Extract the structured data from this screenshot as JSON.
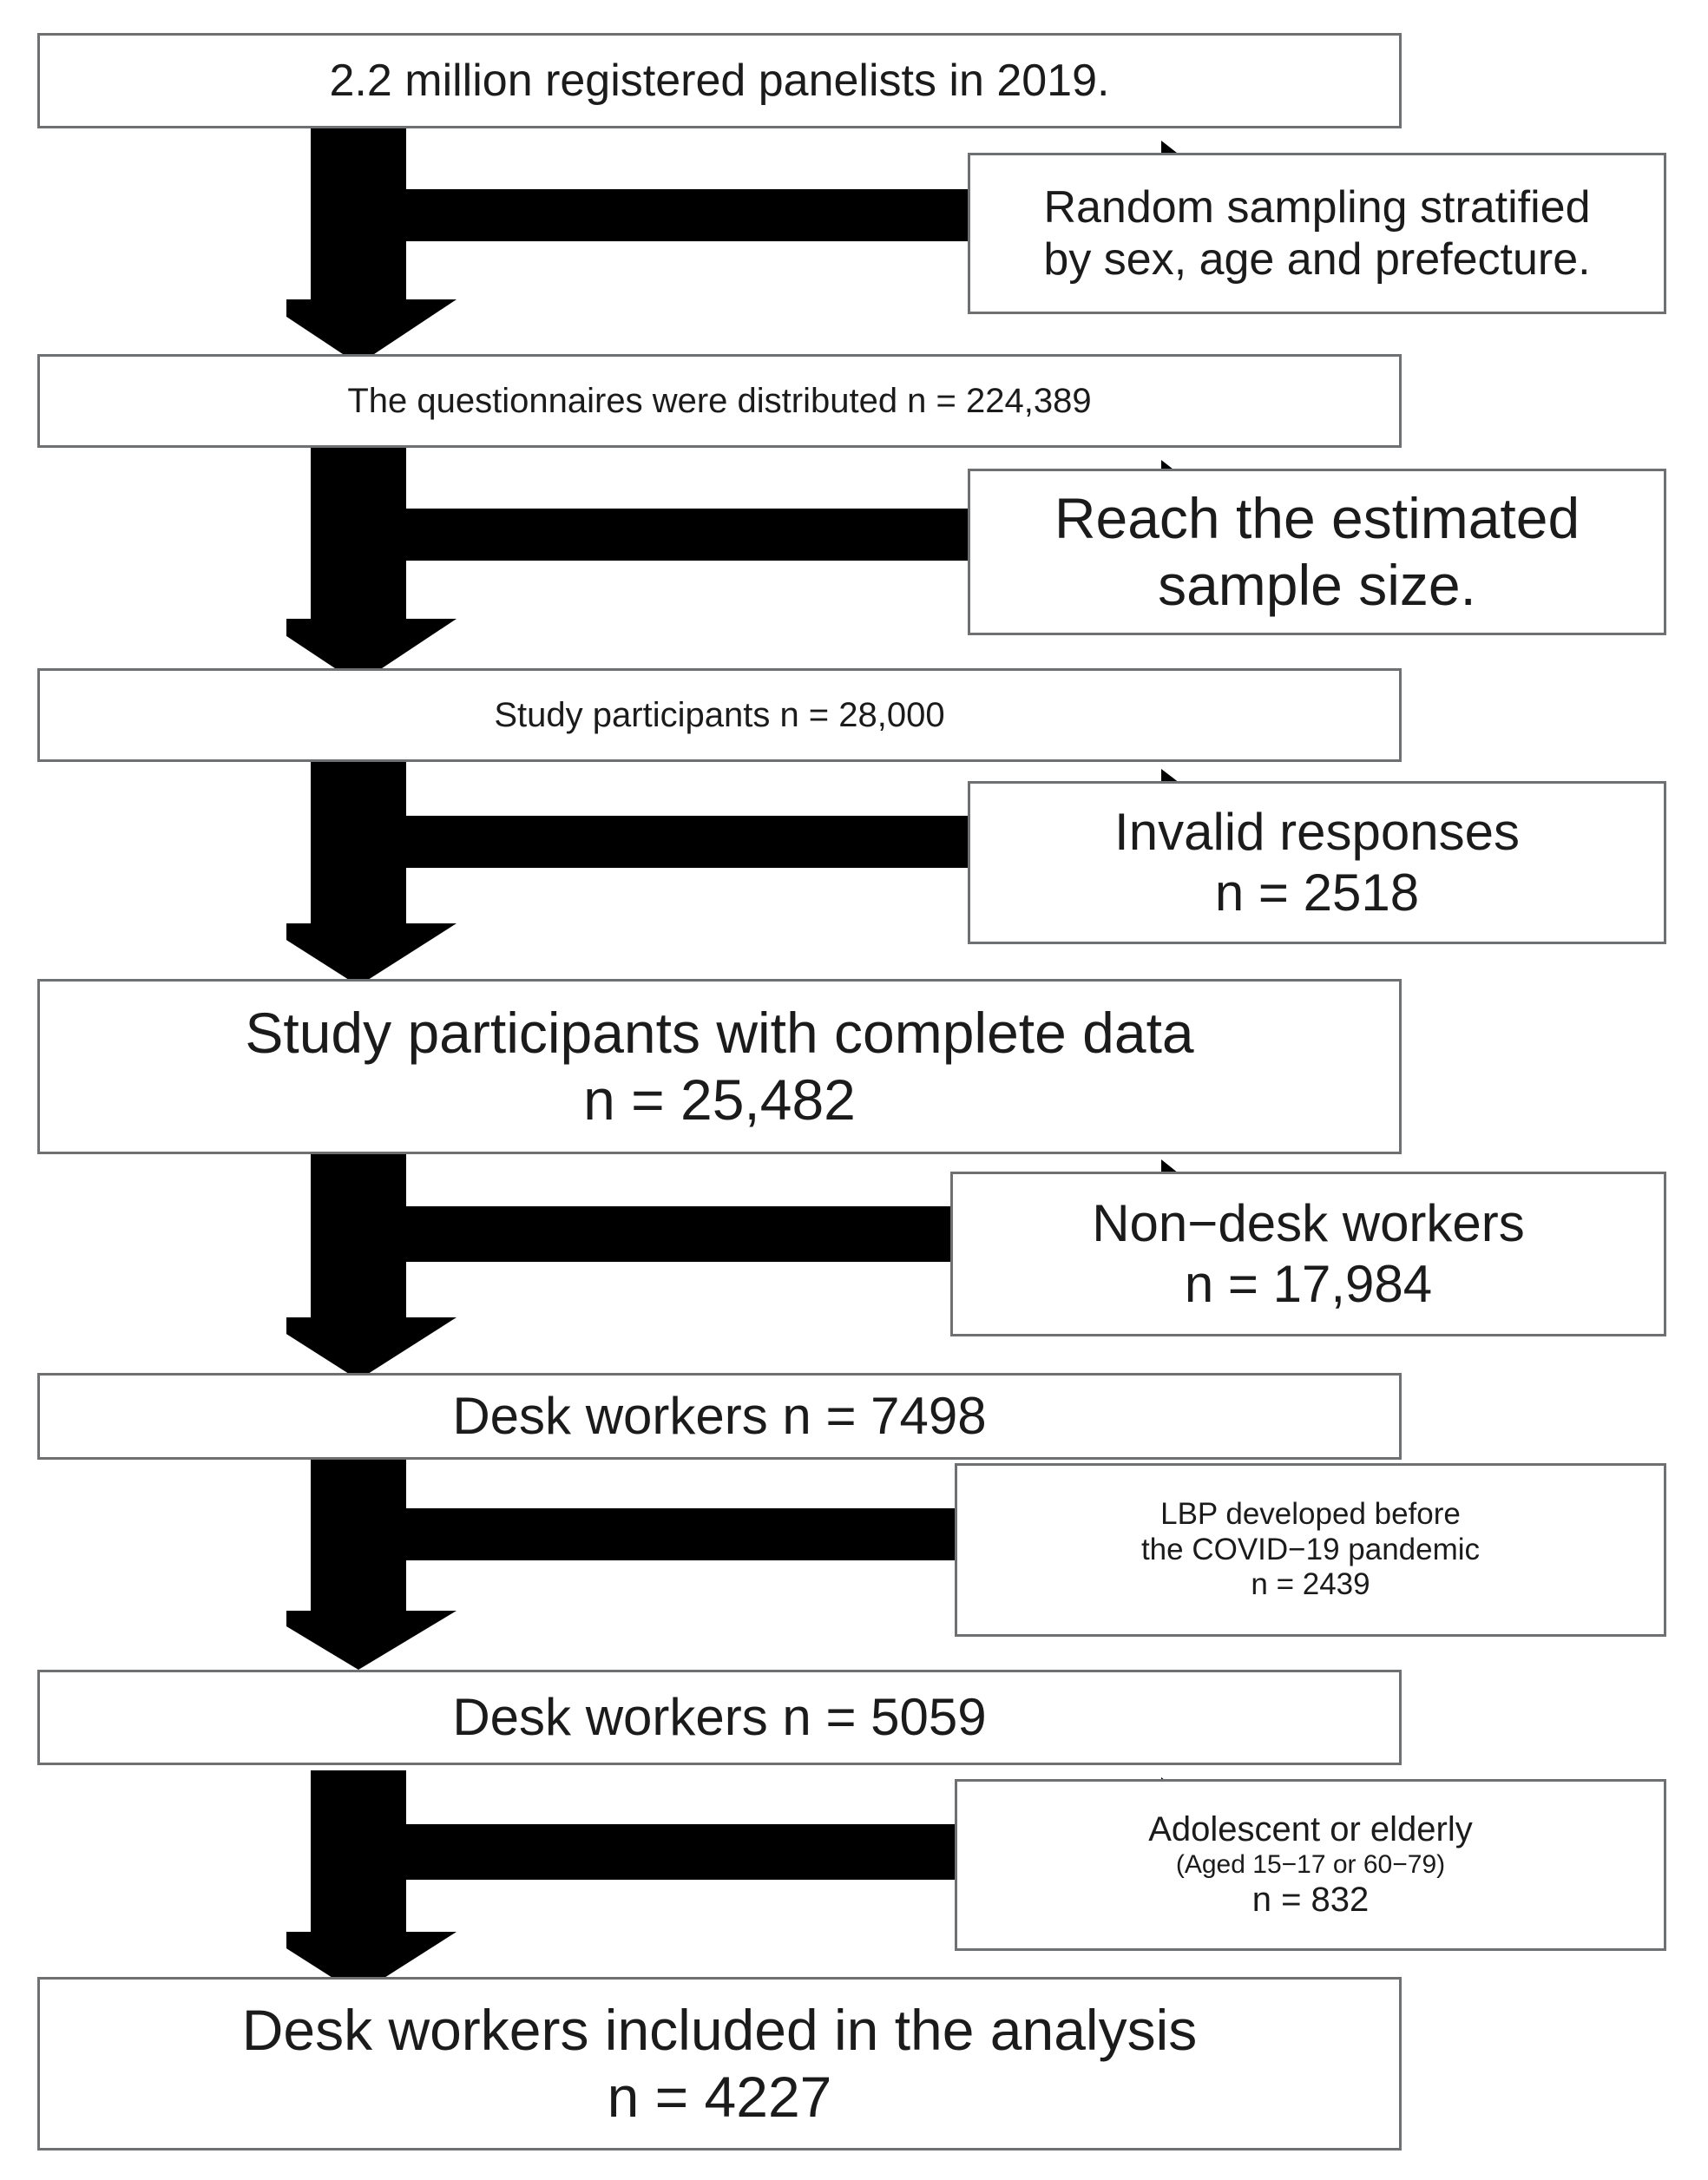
{
  "figure": {
    "type": "flowchart",
    "orientation": "vertical-with-exclusion-branches",
    "title": "Study participant selection flow diagram"
  },
  "main_boxes": [
    {
      "id": "registered-panelists",
      "lines": [
        "2.2 million registered panelists in 2019."
      ]
    },
    {
      "id": "questionnaires-distributed",
      "lines": [
        "The questionnaires were distributed  n = 224,389"
      ]
    },
    {
      "id": "study-participants",
      "lines": [
        "Study participants  n = 28,000"
      ]
    },
    {
      "id": "complete-data",
      "lines": [
        "Study participants with complete data",
        "n = 25,482"
      ]
    },
    {
      "id": "desk-workers-7498",
      "lines": [
        "Desk workers  n = 7498"
      ]
    },
    {
      "id": "desk-workers-5059",
      "lines": [
        "Desk workers  n = 5059"
      ]
    },
    {
      "id": "desk-workers-included",
      "lines": [
        "Desk workers included in the analysis",
        "n = 4227"
      ]
    }
  ],
  "side_boxes": [
    {
      "id": "random-sampling",
      "lines": [
        "Random sampling stratified",
        "by sex, age and prefecture."
      ]
    },
    {
      "id": "estimated-sample-size",
      "lines": [
        "Reach the estimated",
        "sample size."
      ]
    },
    {
      "id": "invalid-responses",
      "lines": [
        "Invalid responses",
        "n = 2518"
      ]
    },
    {
      "id": "non-desk-workers",
      "lines": [
        "Non−desk workers",
        "n = 17,984"
      ]
    },
    {
      "id": "lbp-before-covid",
      "lines": [
        "LBP developed before",
        "the COVID−19 pandemic",
        "n = 2439"
      ]
    },
    {
      "id": "adolescent-or-elderly",
      "lines": [
        "Adolescent or elderly",
        "(Aged 15−17 or 60−79)",
        "n = 832"
      ]
    }
  ],
  "colors": {
    "box_border": "#6f7072",
    "arrow_fill": "#000000",
    "text": "#1b1b1b",
    "background": "#ffffff"
  },
  "counts": {
    "registered_panelists": "2.2 million",
    "distributed": "224,389",
    "study_participants": "28,000",
    "invalid_responses": "2518",
    "complete_data": "25,482",
    "non_desk_workers": "17,984",
    "desk_workers_1": "7498",
    "lbp_before_covid": "2439",
    "desk_workers_2": "5059",
    "adolescent_or_elderly": "832",
    "included_in_analysis": "4227"
  }
}
